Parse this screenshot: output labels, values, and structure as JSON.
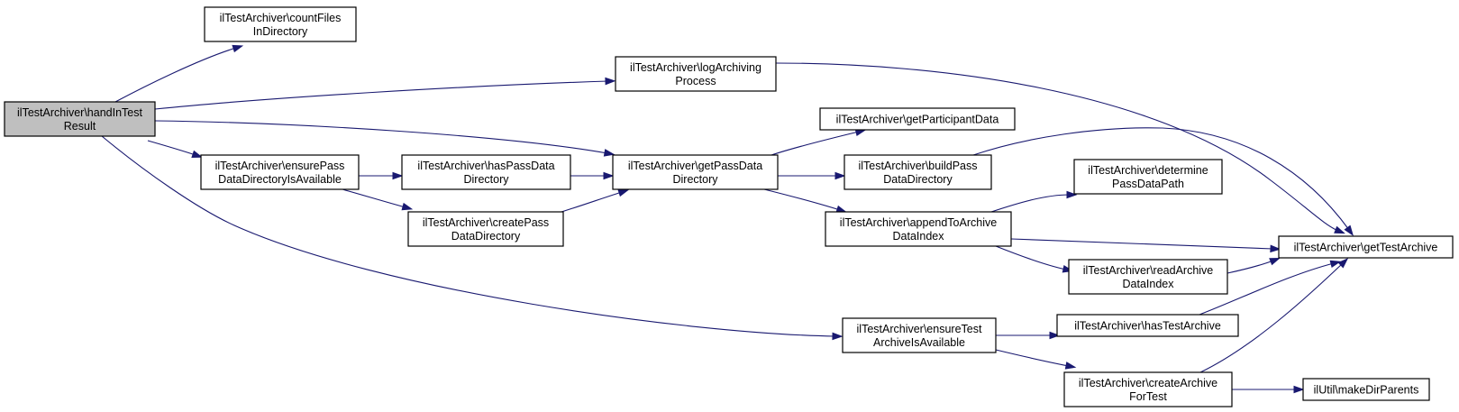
{
  "diagram": {
    "type": "call-graph",
    "nodes": [
      {
        "id": "handInTestResult",
        "lines": [
          "ilTestArchiver\\handInTest",
          "Result"
        ],
        "highlighted": true
      },
      {
        "id": "countFilesInDirectory",
        "lines": [
          "ilTestArchiver\\countFiles",
          "InDirectory"
        ]
      },
      {
        "id": "logArchivingProcess",
        "lines": [
          "ilTestArchiver\\logArchiving",
          "Process"
        ]
      },
      {
        "id": "ensurePassDataDirectoryIsAvailable",
        "lines": [
          "ilTestArchiver\\ensurePass",
          "DataDirectoryIsAvailable"
        ]
      },
      {
        "id": "hasPassDataDirectory",
        "lines": [
          "ilTestArchiver\\hasPassData",
          "Directory"
        ]
      },
      {
        "id": "createPassDataDirectory",
        "lines": [
          "ilTestArchiver\\createPass",
          "DataDirectory"
        ]
      },
      {
        "id": "getPassDataDirectory",
        "lines": [
          "ilTestArchiver\\getPassData",
          "Directory"
        ]
      },
      {
        "id": "getParticipantData",
        "lines": [
          "ilTestArchiver\\getParticipantData"
        ]
      },
      {
        "id": "buildPassDataDirectory",
        "lines": [
          "ilTestArchiver\\buildPass",
          "DataDirectory"
        ]
      },
      {
        "id": "determinePassDataPath",
        "lines": [
          "ilTestArchiver\\determine",
          "PassDataPath"
        ]
      },
      {
        "id": "appendToArchiveDataIndex",
        "lines": [
          "ilTestArchiver\\appendToArchive",
          "DataIndex"
        ]
      },
      {
        "id": "readArchiveDataIndex",
        "lines": [
          "ilTestArchiver\\readArchive",
          "DataIndex"
        ]
      },
      {
        "id": "getTestArchive",
        "lines": [
          "ilTestArchiver\\getTestArchive"
        ]
      },
      {
        "id": "ensureTestArchiveIsAvailable",
        "lines": [
          "ilTestArchiver\\ensureTest",
          "ArchiveIsAvailable"
        ]
      },
      {
        "id": "hasTestArchive",
        "lines": [
          "ilTestArchiver\\hasTestArchive"
        ]
      },
      {
        "id": "createArchiveForTest",
        "lines": [
          "ilTestArchiver\\createArchive",
          "ForTest"
        ]
      },
      {
        "id": "makeDirParents",
        "lines": [
          "ilUtil\\makeDirParents"
        ]
      }
    ],
    "edges": [
      {
        "from": "handInTestResult",
        "to": "countFilesInDirectory"
      },
      {
        "from": "handInTestResult",
        "to": "logArchivingProcess"
      },
      {
        "from": "handInTestResult",
        "to": "getPassDataDirectory"
      },
      {
        "from": "handInTestResult",
        "to": "ensurePassDataDirectoryIsAvailable"
      },
      {
        "from": "handInTestResult",
        "to": "ensureTestArchiveIsAvailable"
      },
      {
        "from": "logArchivingProcess",
        "to": "getTestArchive"
      },
      {
        "from": "ensurePassDataDirectoryIsAvailable",
        "to": "hasPassDataDirectory"
      },
      {
        "from": "ensurePassDataDirectoryIsAvailable",
        "to": "createPassDataDirectory"
      },
      {
        "from": "hasPassDataDirectory",
        "to": "getPassDataDirectory"
      },
      {
        "from": "createPassDataDirectory",
        "to": "getPassDataDirectory"
      },
      {
        "from": "getPassDataDirectory",
        "to": "getParticipantData"
      },
      {
        "from": "getPassDataDirectory",
        "to": "buildPassDataDirectory"
      },
      {
        "from": "getPassDataDirectory",
        "to": "appendToArchiveDataIndex"
      },
      {
        "from": "buildPassDataDirectory",
        "to": "getTestArchive"
      },
      {
        "from": "appendToArchiveDataIndex",
        "to": "determinePassDataPath"
      },
      {
        "from": "appendToArchiveDataIndex",
        "to": "getTestArchive"
      },
      {
        "from": "appendToArchiveDataIndex",
        "to": "readArchiveDataIndex"
      },
      {
        "from": "readArchiveDataIndex",
        "to": "getTestArchive"
      },
      {
        "from": "ensureTestArchiveIsAvailable",
        "to": "hasTestArchive"
      },
      {
        "from": "ensureTestArchiveIsAvailable",
        "to": "createArchiveForTest"
      },
      {
        "from": "hasTestArchive",
        "to": "getTestArchive"
      },
      {
        "from": "createArchiveForTest",
        "to": "getTestArchive"
      },
      {
        "from": "createArchiveForTest",
        "to": "makeDirParents"
      }
    ]
  }
}
